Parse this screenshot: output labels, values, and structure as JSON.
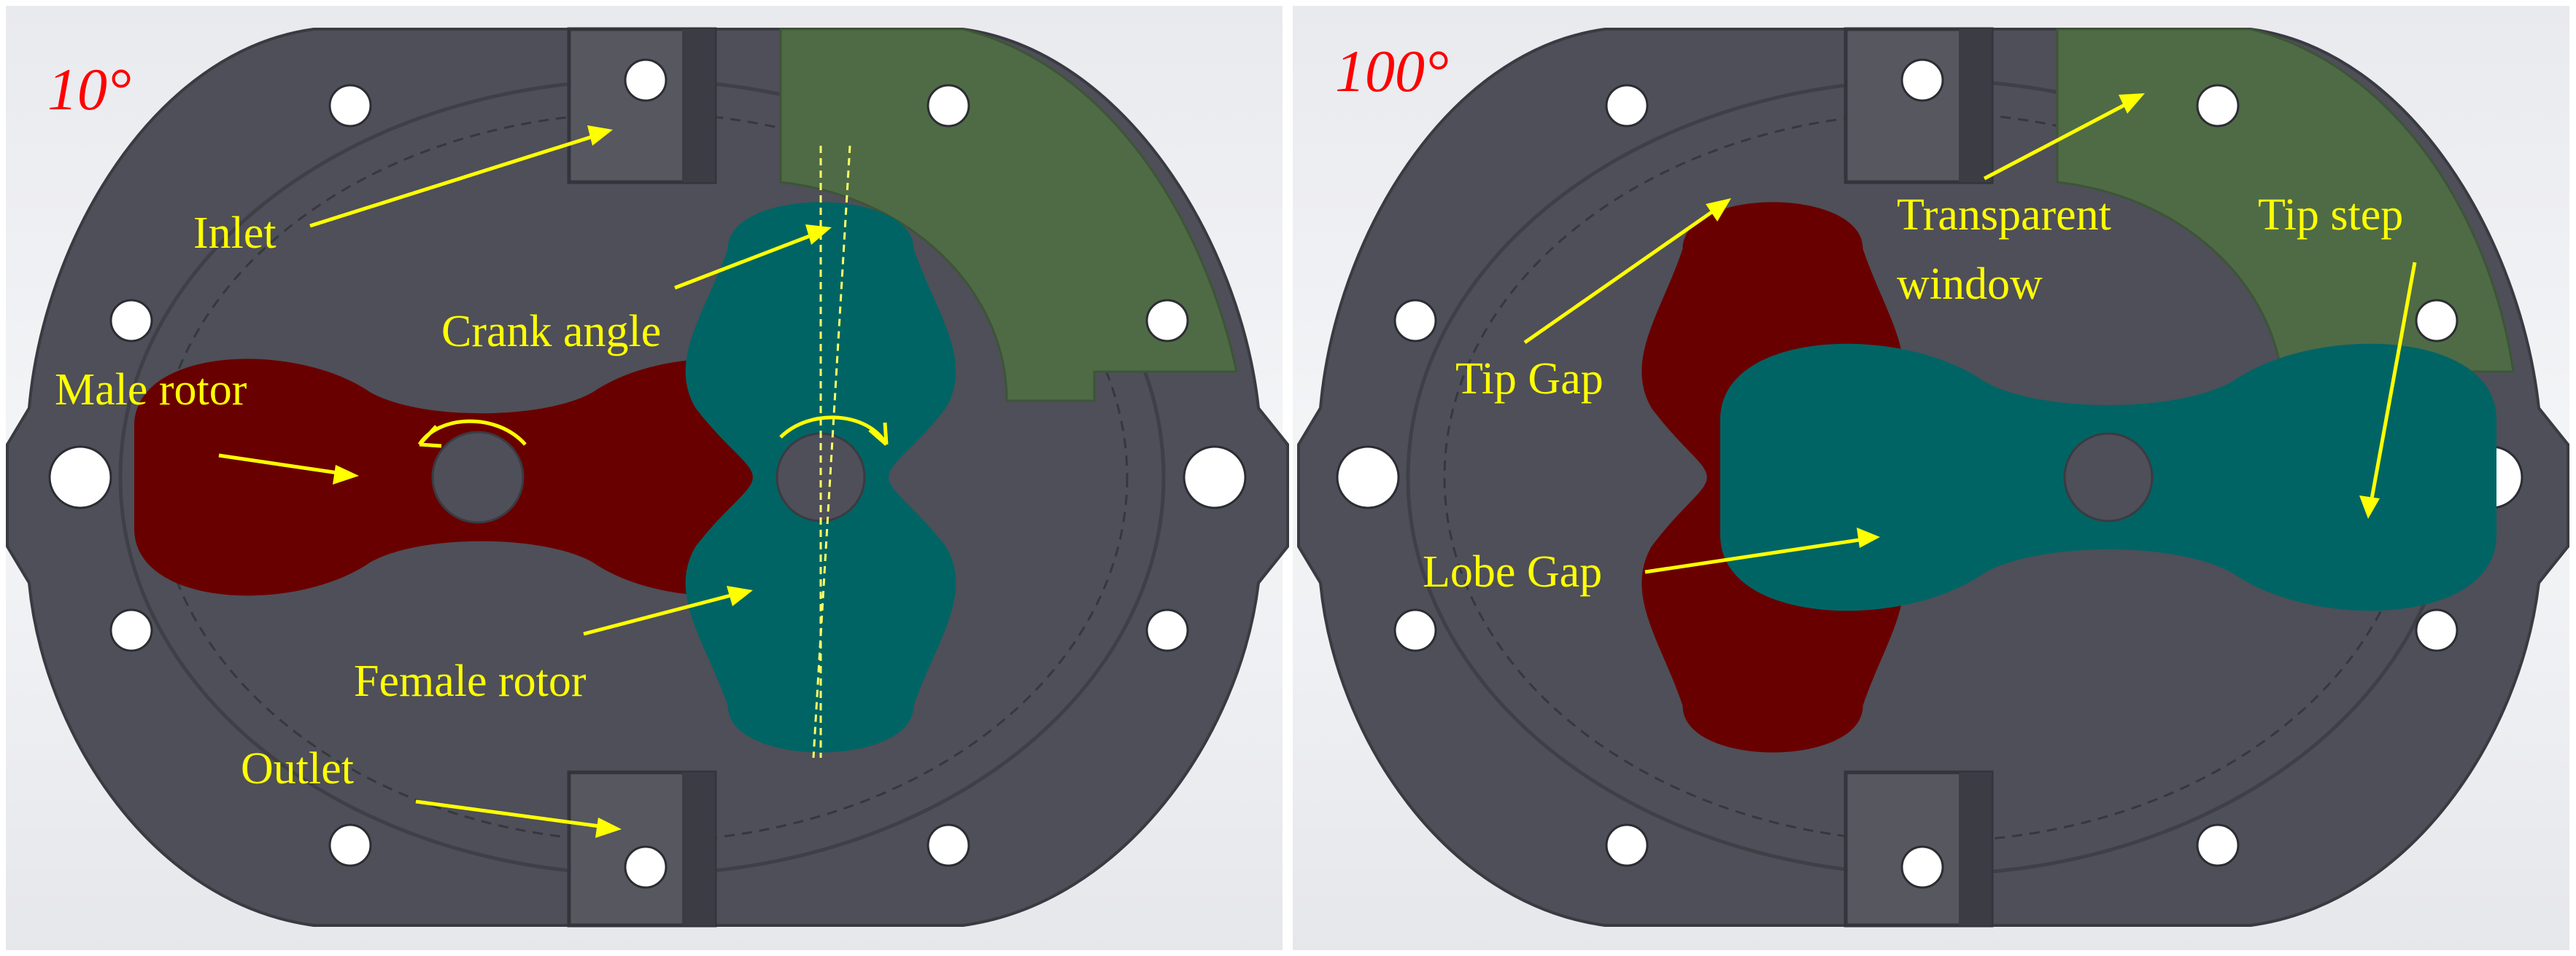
{
  "panels": [
    {
      "angle_label": "10°",
      "labels": {
        "inlet": "Inlet",
        "crank_angle": "Crank angle",
        "male_rotor": "Male rotor",
        "female_rotor": "Female rotor",
        "outlet": "Outlet"
      }
    },
    {
      "angle_label": "100°",
      "labels": {
        "transparent_window_line1": "Transparent",
        "transparent_window_line2": "window",
        "tip_step": "Tip step",
        "tip_gap": "Tip Gap",
        "lobe_gap": "Lobe Gap"
      }
    }
  ],
  "colors": {
    "housing": "#4e4f58",
    "male_rotor": "#690000",
    "female_rotor": "#006464",
    "transparent_window": "#4e6b46",
    "annotation": "#ffff00",
    "angle_text": "#ff0000"
  }
}
